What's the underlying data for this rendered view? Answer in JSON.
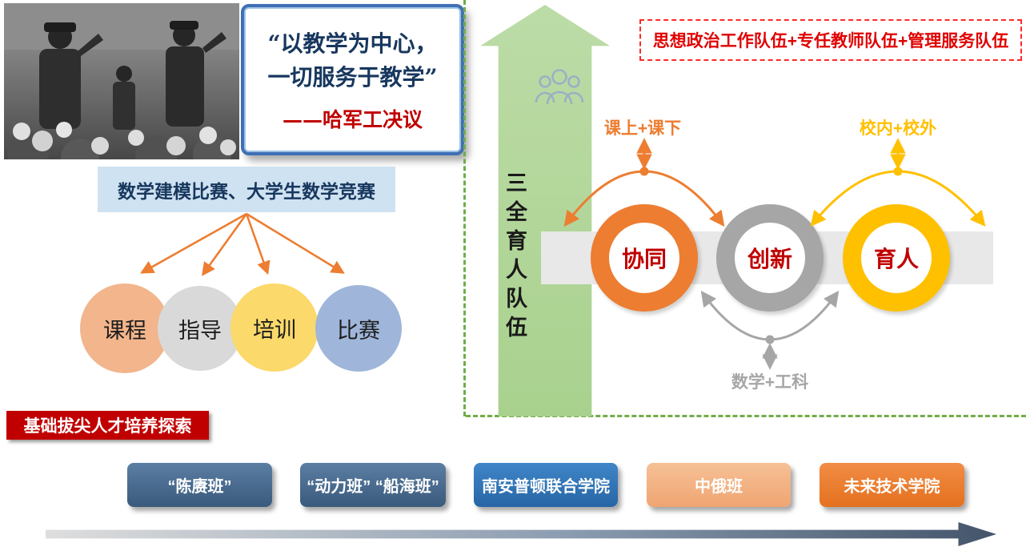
{
  "photo": {
    "name": "historical-saluting-officers-photo"
  },
  "quote_box": {
    "line1": "“以教学为中心，",
    "line2": "一切服务于教学”",
    "attribution": "——哈军工决议"
  },
  "left_panel": {
    "competition_label": "数学建模比赛、大学生数学竞赛",
    "circles": [
      {
        "label": "课程",
        "color": "#f2b58c"
      },
      {
        "label": "指导",
        "color": "#d9d9d9"
      },
      {
        "label": "培训",
        "color": "#fbd96a"
      },
      {
        "label": "比赛",
        "color": "#9fb6da"
      }
    ],
    "banner": "基础拔尖人才培养探索",
    "banner_color": "#c00000"
  },
  "center_arrow": {
    "label": "三全育人队伍",
    "color": "#a9d18e"
  },
  "right_panel": {
    "teams_label": "思想政治工作队伍+专任教师队伍+管理服务队伍",
    "label_top_left": "课上+课下",
    "label_top_right": "校内+校外",
    "label_bottom": "数学+工科",
    "donuts": [
      {
        "label": "协同",
        "color": "#ed7d31"
      },
      {
        "label": "创新",
        "color": "#a6a6a6"
      },
      {
        "label": "育人",
        "color": "#ffc000"
      }
    ],
    "donut_text_color": "#c00000"
  },
  "programs": [
    {
      "label": "“陈赓班”",
      "color": "#46688e"
    },
    {
      "label": "“动力班” “船海班”",
      "color": "#46688e"
    },
    {
      "label": "南安普顿联合学院",
      "color": "#2e75b6"
    },
    {
      "label": "中俄班",
      "color": "#f4b183"
    },
    {
      "label": "未来技术学院",
      "color": "#ed7d31"
    }
  ],
  "colors": {
    "accent_orange": "#ed7d31",
    "accent_yellow": "#ffc000",
    "accent_gray": "#a6a6a6",
    "accent_red": "#c00000",
    "divider_green": "#70ad47"
  }
}
